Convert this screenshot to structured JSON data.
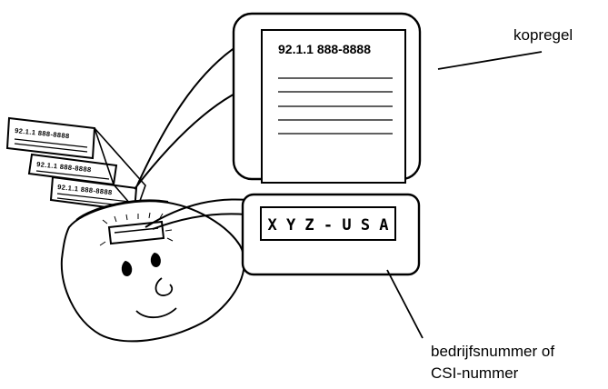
{
  "diagram": {
    "header_text": "92.1.1 888-8888",
    "company_id": "X Y Z - U S A",
    "paper_strip_texts": [
      "92.1.1 888-8888",
      "92.1.1 888-8888",
      "92.1.1 888-8888"
    ],
    "callout_header_label": "kopregel",
    "callout_id_label_line1": "bedrijfsnummer of",
    "callout_id_label_line2": "CSI-nummer"
  }
}
